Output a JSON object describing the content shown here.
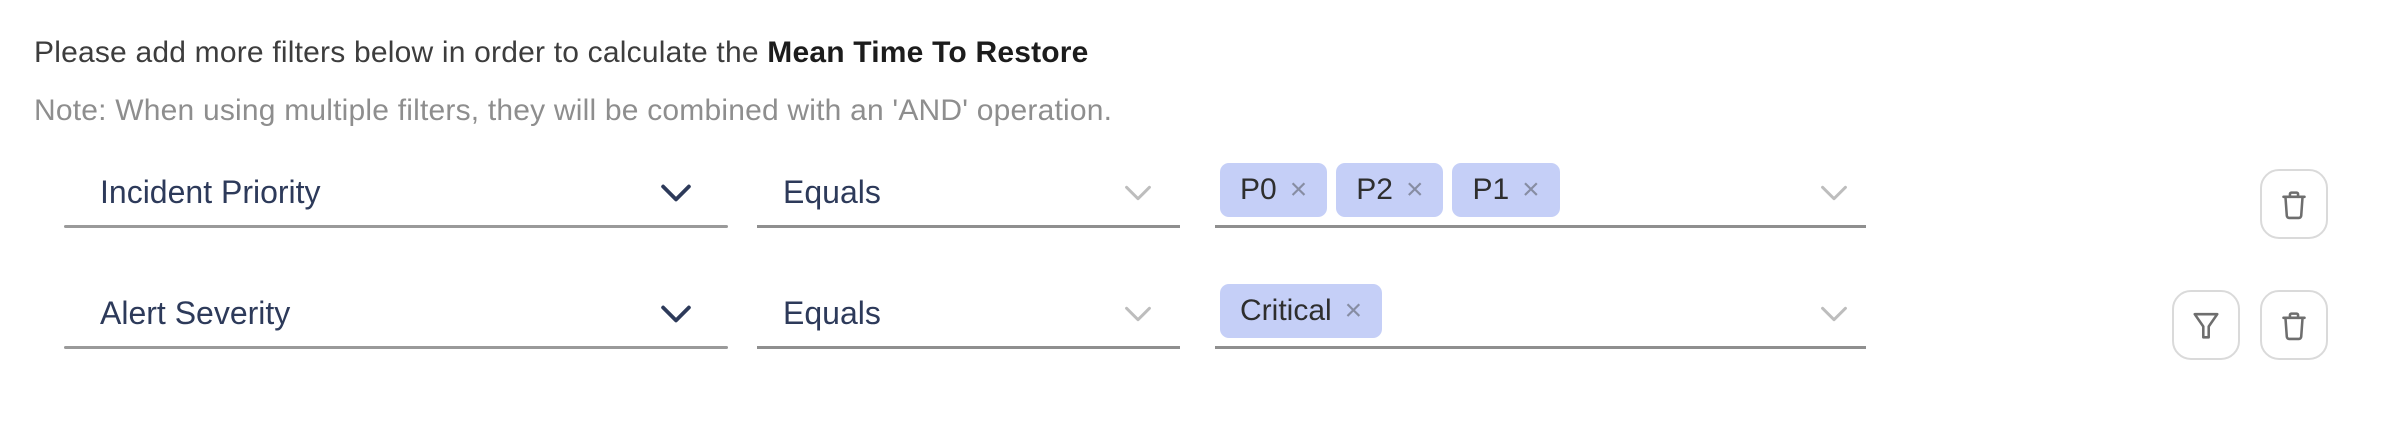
{
  "header": {
    "intro_text": "Please add more filters below in order to calculate the ",
    "intro_bold": "Mean Time To Restore",
    "note": "Note: When using multiple filters, they will be combined with an 'AND' operation."
  },
  "rows": [
    {
      "attribute": "Incident Priority",
      "operator": "Equals",
      "values": [
        "P0",
        "P2",
        "P1"
      ],
      "actions": [
        "delete"
      ]
    },
    {
      "attribute": "Alert Severity",
      "operator": "Equals",
      "values": [
        "Critical"
      ],
      "actions": [
        "filter",
        "delete"
      ]
    }
  ],
  "icons": {
    "remove_tag": "×",
    "action_icon_names": {
      "delete": "trash-icon",
      "filter": "funnel-icon"
    }
  },
  "colors": {
    "tag_background": "#c5cff7",
    "field_text": "#2d3a5a",
    "underline": "#8f8f8f",
    "note_text": "#8e8e8e",
    "icon_gray": "#6e6e6e"
  }
}
